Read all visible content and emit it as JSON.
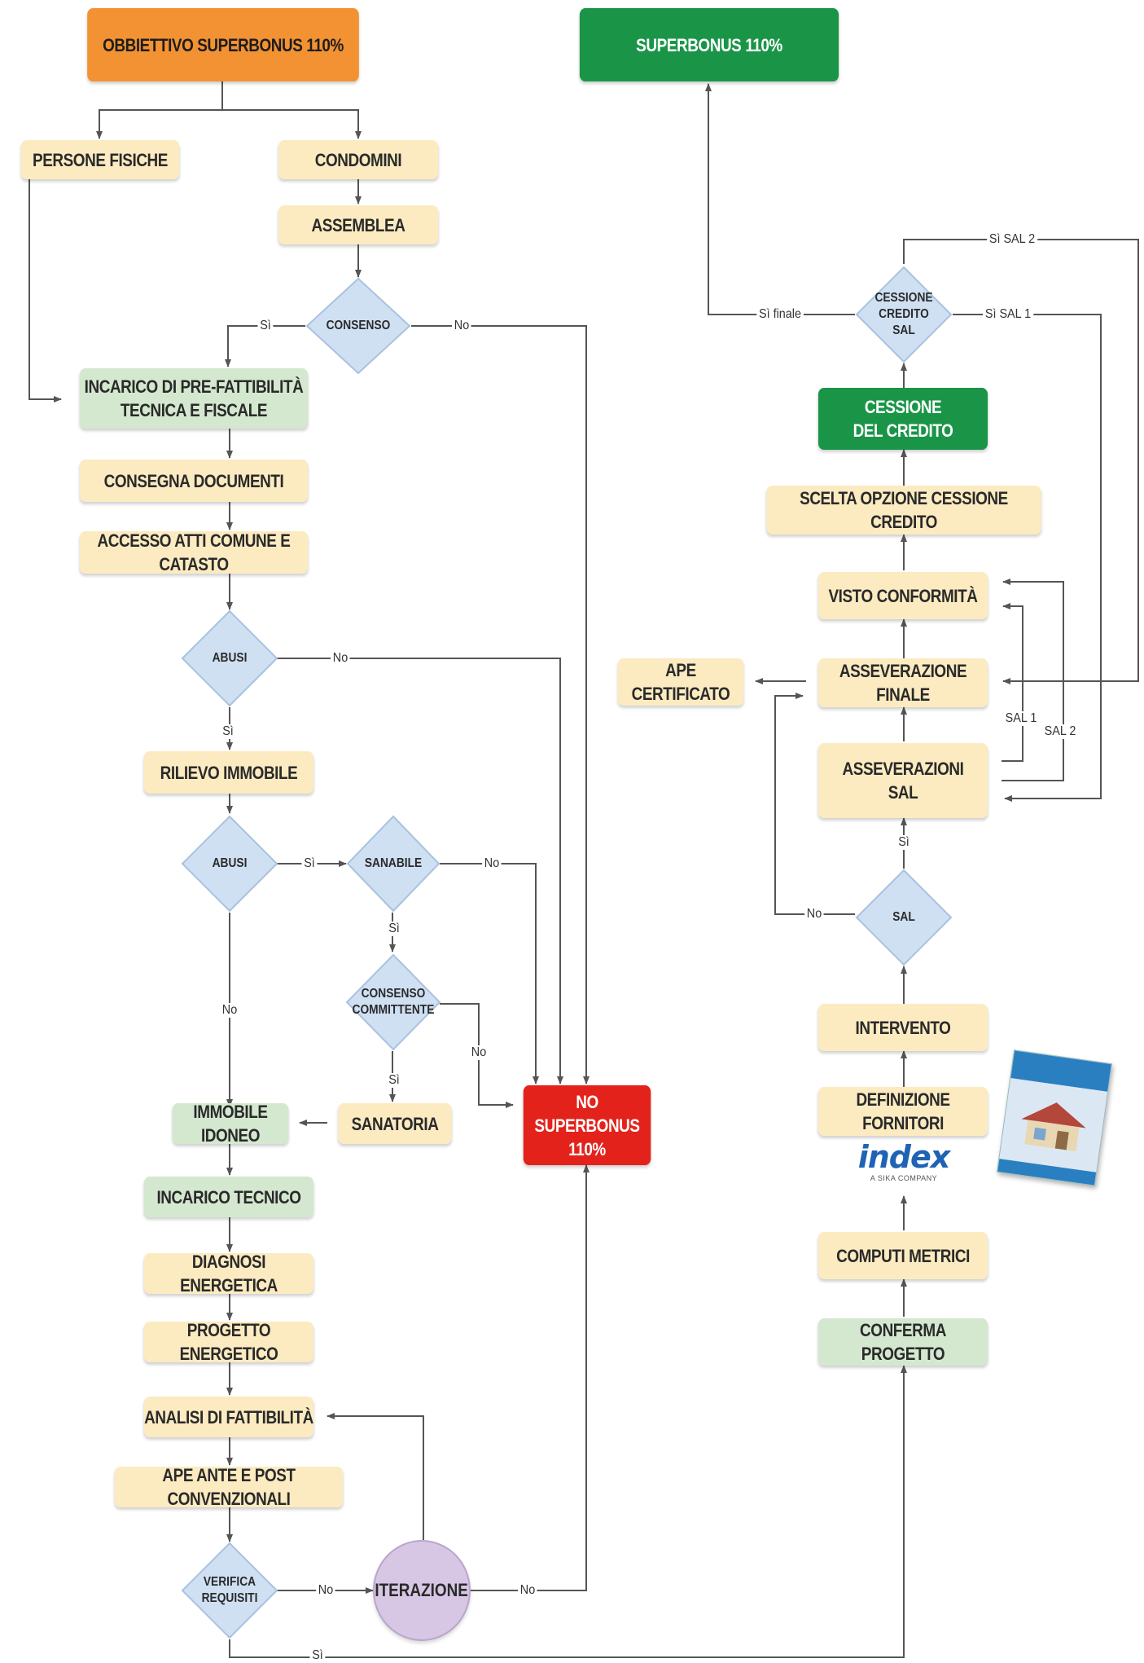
{
  "nodes": {
    "obbiettivo": "OBBIETTIVO SUPERBONUS 110%",
    "superbonus": "SUPERBONUS 110%",
    "persone_fisiche": "PERSONE FISICHE",
    "condomini": "CONDOMINI",
    "assemblea": "ASSEMBLEA",
    "consenso": "CONSENSO",
    "incarico_prefattibilita": "INCARICO DI PRE-FATTIBILITÀ\nTECNICA E FISCALE",
    "consegna_documenti": "CONSEGNA DOCUMENTI",
    "accesso_atti": "ACCESSO ATTI COMUNE E CATASTO",
    "abusi_1": "ABUSI",
    "rilievo_immobile": "RILIEVO IMMOBILE",
    "abusi_2": "ABUSI",
    "sanabile": "SANABILE",
    "consenso_committente": "CONSENSO\nCOMMITTENTE",
    "sanatoria": "SANATORIA",
    "immobile_idoneo": "IMMOBILE IDONEO",
    "no_superbonus": "NO\nSUPERBONUS\n110%",
    "incarico_tecnico": "INCARICO TECNICO",
    "diagnosi_energetica": "DIAGNOSI ENERGETICA",
    "progetto_energetico": "PROGETTO ENERGETICO",
    "analisi_fattibilita": "ANALISI DI FATTIBILITÀ",
    "ape_ante_post": "APE ANTE E POST CONVENZIONALI",
    "verifica_requisiti": "VERIFICA\nREQUISITI",
    "iterazione": "ITERAZIONE",
    "cessione_credito_sal": "CESSIONE\nCREDITO\nSAL",
    "cessione_del_credito": "CESSIONE\nDEL CREDITO",
    "scelta_opzione": "SCELTA OPZIONE CESSIONE CREDITO",
    "visto_conformita": "VISTO CONFORMITÀ",
    "ape_certificato": "APE CERTIFICATO",
    "asseverazione_finale": "ASSEVERAZIONE FINALE",
    "asseverazioni_sal": "ASSEVERAZIONI\nSAL",
    "sal": "SAL",
    "intervento": "INTERVENTO",
    "definizione_fornitori": "DEFINIZIONE FORNITORI",
    "computi_metrici": "COMPUTI METRICI",
    "conferma_progetto": "CONFERMA PROGETTO"
  },
  "edge_labels": {
    "consenso_si": "Sì",
    "consenso_no": "No",
    "abusi1_no": "No",
    "abusi1_si": "Sì",
    "abusi2_si": "Sì",
    "abusi2_no": "No",
    "sanabile_no": "No",
    "sanabile_si": "Sì",
    "committente_no": "No",
    "committente_si": "Sì",
    "verifica_no": "No",
    "iterazione_no": "No",
    "verifica_si": "Sì",
    "cessione_si_sal2": "Sì SAL 2",
    "cessione_si_finale": "Sì finale",
    "cessione_si_sal1": "Sì SAL 1",
    "sal1": "SAL 1",
    "sal2": "SAL 2",
    "sal_si": "Sì",
    "sal_no": "No"
  },
  "logo": {
    "brand": "index",
    "tagline": "A SIKA COMPANY"
  },
  "colors": {
    "box": "#fcebc1",
    "green": "#d4e8cf",
    "orange": "#f39232",
    "dark_green": "#1a9548",
    "red": "#e3231b",
    "diamond": "#cfe0f3",
    "circle": "#d7c7e4",
    "line": "#555555"
  }
}
